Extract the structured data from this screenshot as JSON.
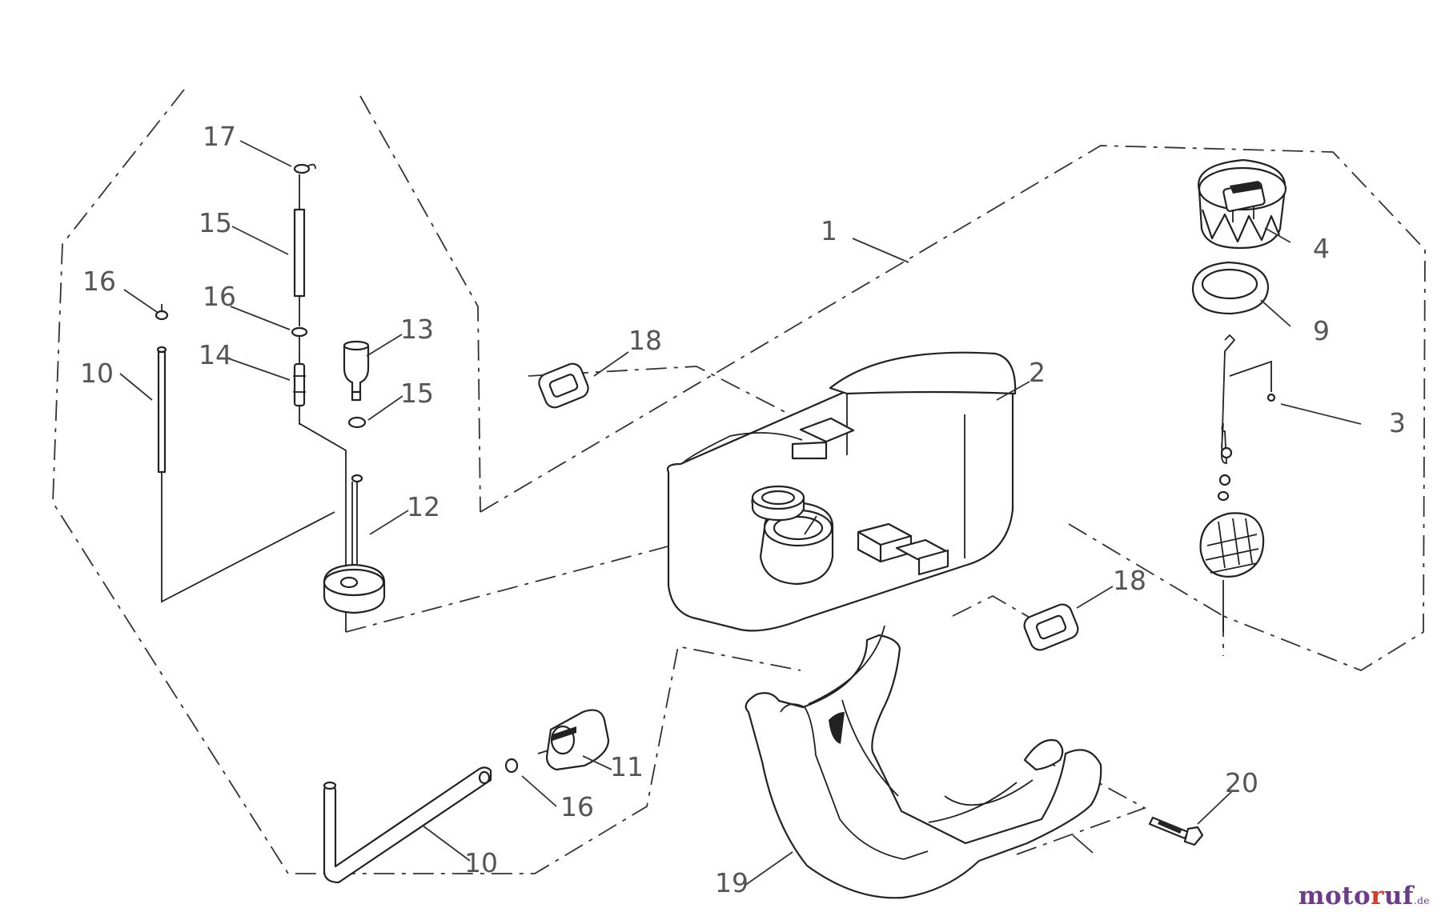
{
  "labels": {
    "p1": "1",
    "p2": "2",
    "p3": "3",
    "p4": "4",
    "p9": "9",
    "p10a": "10",
    "p10b": "10",
    "p11": "11",
    "p12": "12",
    "p13": "13",
    "p14": "14",
    "p15a": "15",
    "p15b": "15",
    "p16a": "16",
    "p16b": "16",
    "p16c": "16",
    "p17": "17",
    "p18a": "18",
    "p18b": "18",
    "p19": "19",
    "p20": "20"
  },
  "watermark": {
    "part1": "moto",
    "accent": "r",
    "part2": "uf",
    "tld": ".de"
  },
  "colors": {
    "line": "#222222",
    "label": "#555555",
    "brand": "#6d3b8c",
    "brand_accent": "#d83a2a"
  }
}
